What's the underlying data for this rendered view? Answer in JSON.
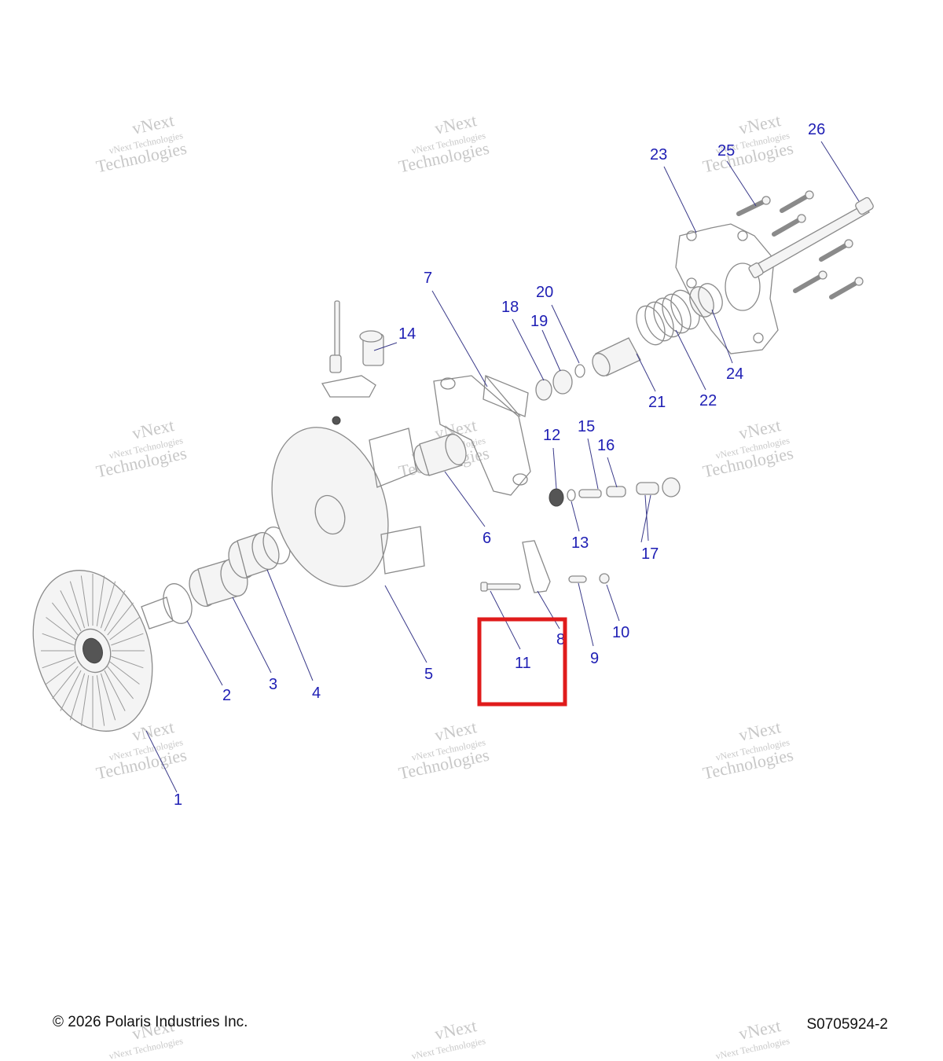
{
  "footer": {
    "copyright": "© 2026 Polaris Industries Inc.",
    "drawing_number": "S0705924-2"
  },
  "watermark": {
    "line1": "vNext",
    "line2": "vNext Technologies",
    "line3": "Technologies"
  },
  "callouts": [
    "1",
    "2",
    "3",
    "4",
    "5",
    "6",
    "7",
    "8",
    "9",
    "10",
    "11",
    "12",
    "13",
    "14",
    "15",
    "16",
    "17",
    "18",
    "19",
    "20",
    "21",
    "22",
    "23",
    "24",
    "25",
    "26"
  ],
  "highlighted_callout": "11",
  "colors": {
    "callout": "#1e1eb4",
    "highlight": "#e01b1b"
  }
}
